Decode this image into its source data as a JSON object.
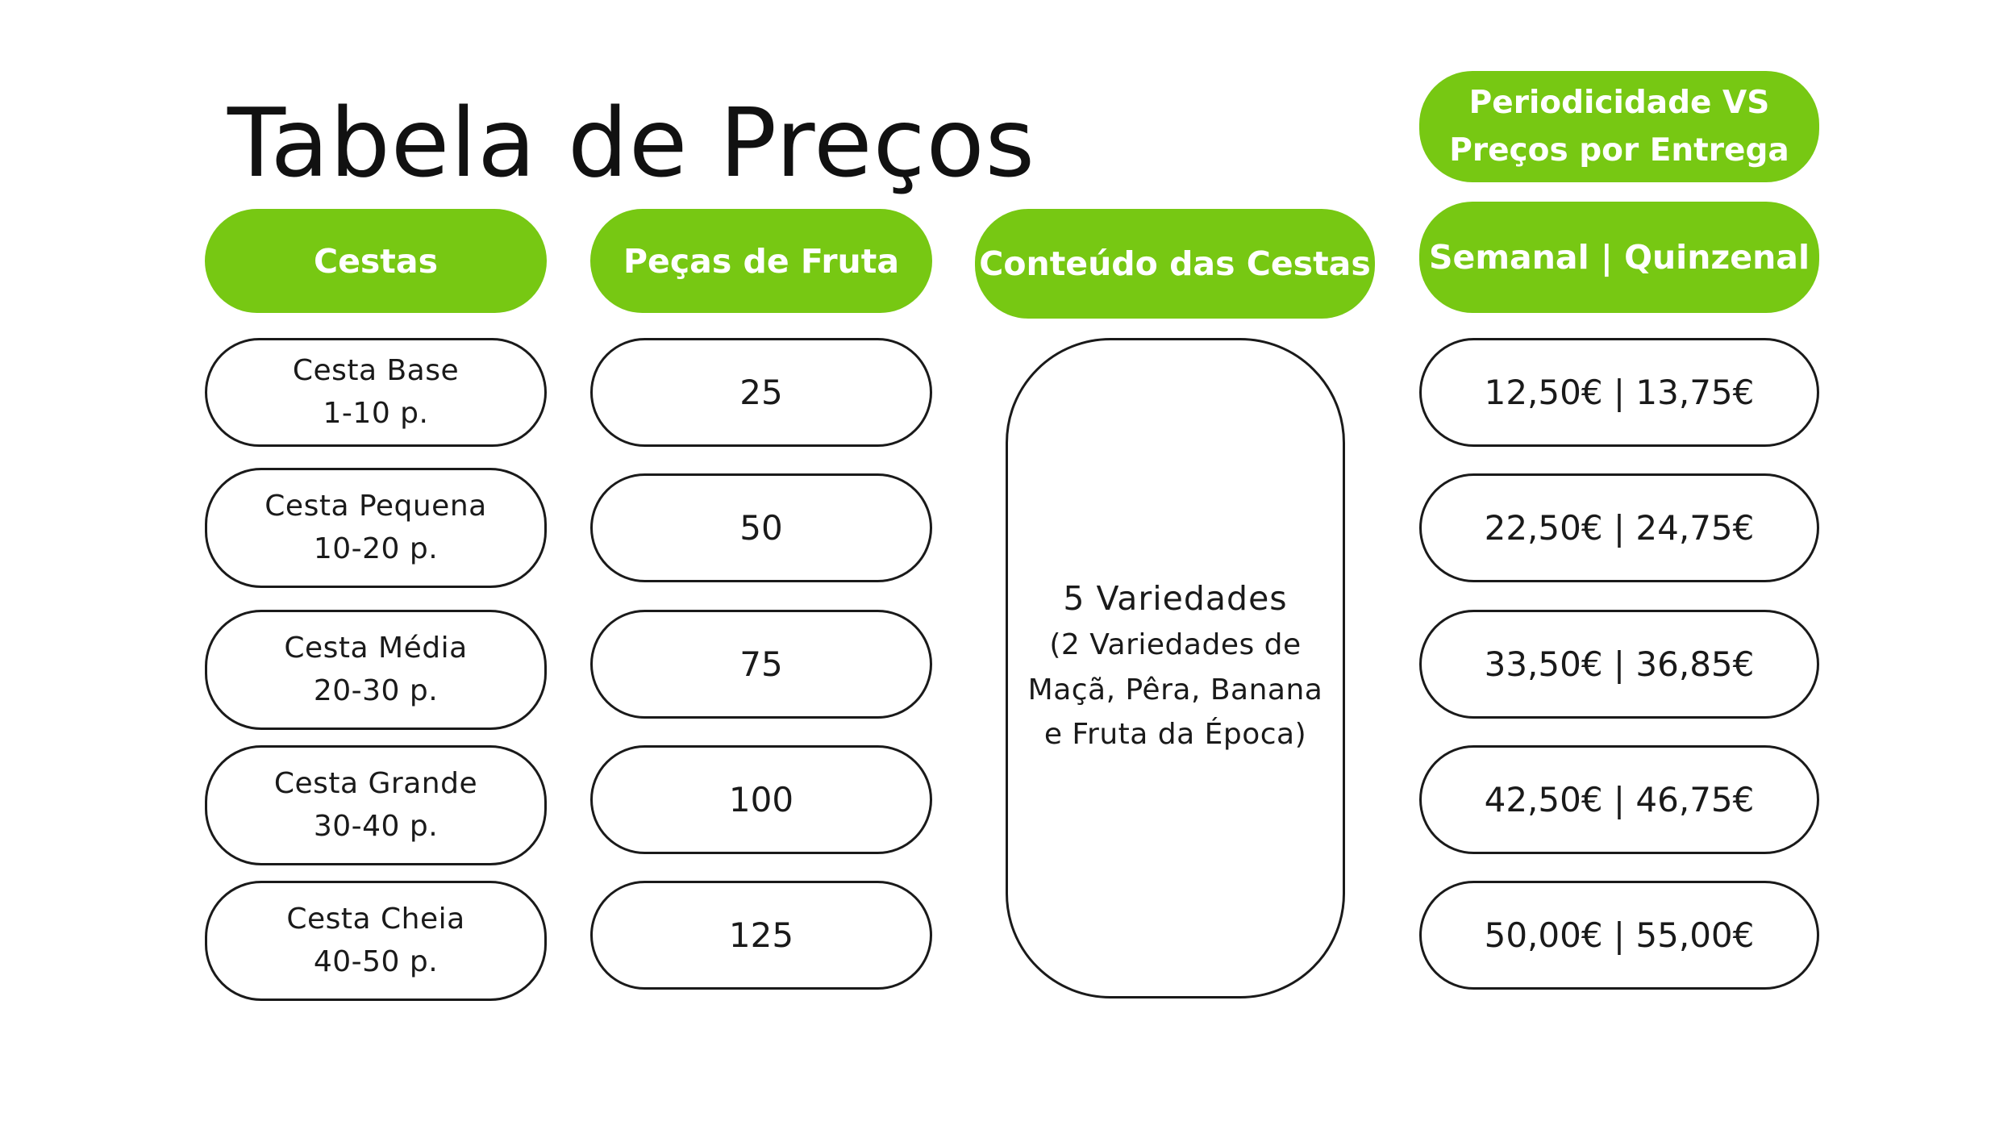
{
  "title": "Tabela de Preços",
  "colors": {
    "accent": "#77c813",
    "border": "#1a1a1a",
    "background": "#ffffff"
  },
  "headers": {
    "cestas": "Cestas",
    "pecas": "Peças de Fruta",
    "conteudo": "Conteúdo das Cestas",
    "periodicity_line1": "Periodicidade VS",
    "periodicity_line2": "Preços por Entrega",
    "frequency": "Semanal | Quinzenal"
  },
  "rows": [
    {
      "name": "Cesta Base",
      "range": "1-10 p.",
      "pieces": "25",
      "prices": "12,50€ | 13,75€"
    },
    {
      "name": "Cesta Pequena",
      "range": "10-20 p.",
      "pieces": "50",
      "prices": "22,50€ | 24,75€"
    },
    {
      "name": "Cesta Média",
      "range": "20-30 p.",
      "pieces": "75",
      "prices": "33,50€ | 36,85€"
    },
    {
      "name": "Cesta Grande",
      "range": "30-40 p.",
      "pieces": "100",
      "prices": "42,50€ | 46,75€"
    },
    {
      "name": "Cesta Cheia",
      "range": "40-50 p.",
      "pieces": "125",
      "prices": "50,00€ | 55,00€"
    }
  ],
  "content": {
    "main": "5 Variedades",
    "line1": "(2 Variedades de",
    "line2": "Maçã, Pêra, Banana",
    "line3": "e Fruta da Época)"
  }
}
